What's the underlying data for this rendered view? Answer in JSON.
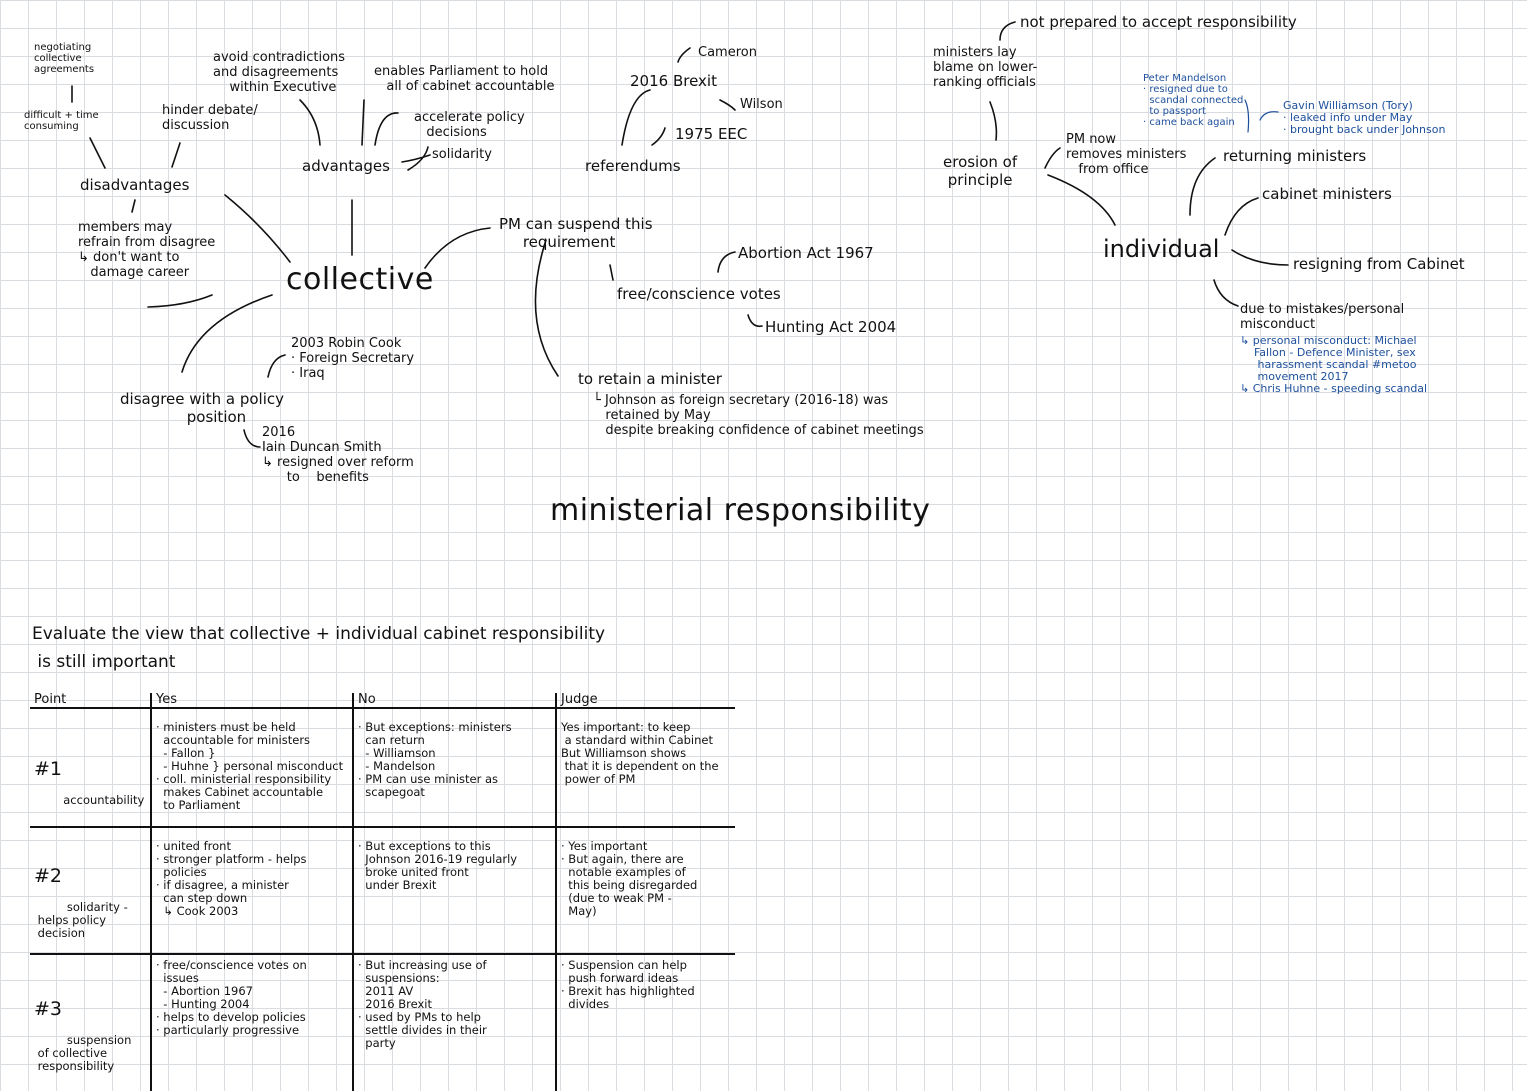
{
  "title": "ministerial responsibility",
  "collective": {
    "label": "collective",
    "disadvantages": {
      "label": "disadvantages",
      "negotiating": "negotiating\ncollective\nagreements",
      "difficult": "difficult + time\nconsuming",
      "hinder": "hinder debate/\ndiscussion",
      "members": "members may\nrefrain from disagree\n↳ don't want to\n   damage career"
    },
    "advantages": {
      "label": "advantages",
      "avoid": "avoid contradictions\nand disagreements\n    within Executive",
      "enables": "enables Parliament to hold\n   all of cabinet accountable",
      "accelerate": "accelerate policy\n   decisions",
      "solidarity": "solidarity"
    },
    "disagree": {
      "label": "disagree with a policy\n              position",
      "cook": "2003 Robin Cook\n· Foreign Secretary\n· Iraq",
      "ids": "2016\nIain Duncan Smith\n↳ resigned over reform\n      to    benefits"
    },
    "suspend": {
      "label": "PM can suspend this\n     requirement",
      "referendums": "referendums",
      "brexit": "2016 Brexit",
      "cameron": "Cameron",
      "eec": "1975 EEC",
      "wilson": "Wilson",
      "free": "free/conscience votes",
      "abortion": "Abortion Act 1967",
      "hunting": "Hunting Act 2004",
      "retain": "to retain a minister",
      "johnson": "└ Johnson as foreign secretary (2016-18) was\n   retained by May\n   despite breaking confidence of cabinet meetings"
    }
  },
  "individual": {
    "label": "individual",
    "not_prepared": "not prepared to accept responsibility",
    "lay_blame": "ministers lay\nblame on lower-\nranking officials",
    "erosion": "erosion of\n principle",
    "pm_now": "PM now\nremoves ministers\n   from office",
    "returning": "returning ministers",
    "mandelson": "Peter Mandelson\n· resigned due to\n  scandal connected\n  to passport\n· came back again",
    "williamson": "Gavin Williamson (Tory)\n· leaked info under May\n· brought back under Johnson",
    "cabinet_ministers": "cabinet ministers",
    "resigning": "resigning from Cabinet",
    "due_to": "due to mistakes/personal\nmisconduct",
    "examples": "↳ personal misconduct: Michael\n    Fallon - Defence Minister, sex\n     harassment scandal #metoo\n     movement 2017\n↳ Chris Huhne - speeding scandal"
  },
  "question": "Evaluate the view that collective + individual cabinet responsibility\n is still important",
  "table": {
    "headers": [
      "Point",
      "Yes",
      "No",
      "Judge"
    ],
    "rows": [
      {
        "num": "#1",
        "point": "accountability",
        "yes": "· ministers must be held\n  accountable for ministers\n  - Fallon }\n  - Huhne } personal misconduct\n· coll. ministerial responsibility\n  makes Cabinet accountable\n  to Parliament",
        "no": "· But exceptions: ministers\n  can return\n  - Williamson\n  - Mandelson\n· PM can use minister as\n  scapegoat",
        "judge": "Yes important: to keep\n a standard within Cabinet\nBut Williamson shows\n that it is dependent on the\n power of PM"
      },
      {
        "num": "#2",
        "point": " solidarity -\n helps policy\n decision",
        "yes": "· united front\n· stronger platform - helps\n  policies\n· if disagree, a minister\n  can step down\n  ↳ Cook 2003",
        "no": "· But exceptions to this\n  Johnson 2016-19 regularly\n  broke united front\n  under Brexit",
        "judge": "· Yes important\n· But again, there are\n  notable examples of\n  this being disregarded\n  (due to weak PM -\n  May)"
      },
      {
        "num": "#3",
        "point": " suspension\n of collective\n responsibility",
        "yes": "· free/conscience votes on\n  issues\n  - Abortion 1967\n  - Hunting 2004\n· helps to develop policies\n· particularly progressive",
        "no": "· But increasing use of\n  suspensions:\n  2011 AV\n  2016 Brexit\n· used by PMs to help\n  settle divides in their\n  party",
        "judge": "· Suspension can help\n  push forward ideas\n· Brexit has highlighted\n  divides"
      }
    ]
  }
}
